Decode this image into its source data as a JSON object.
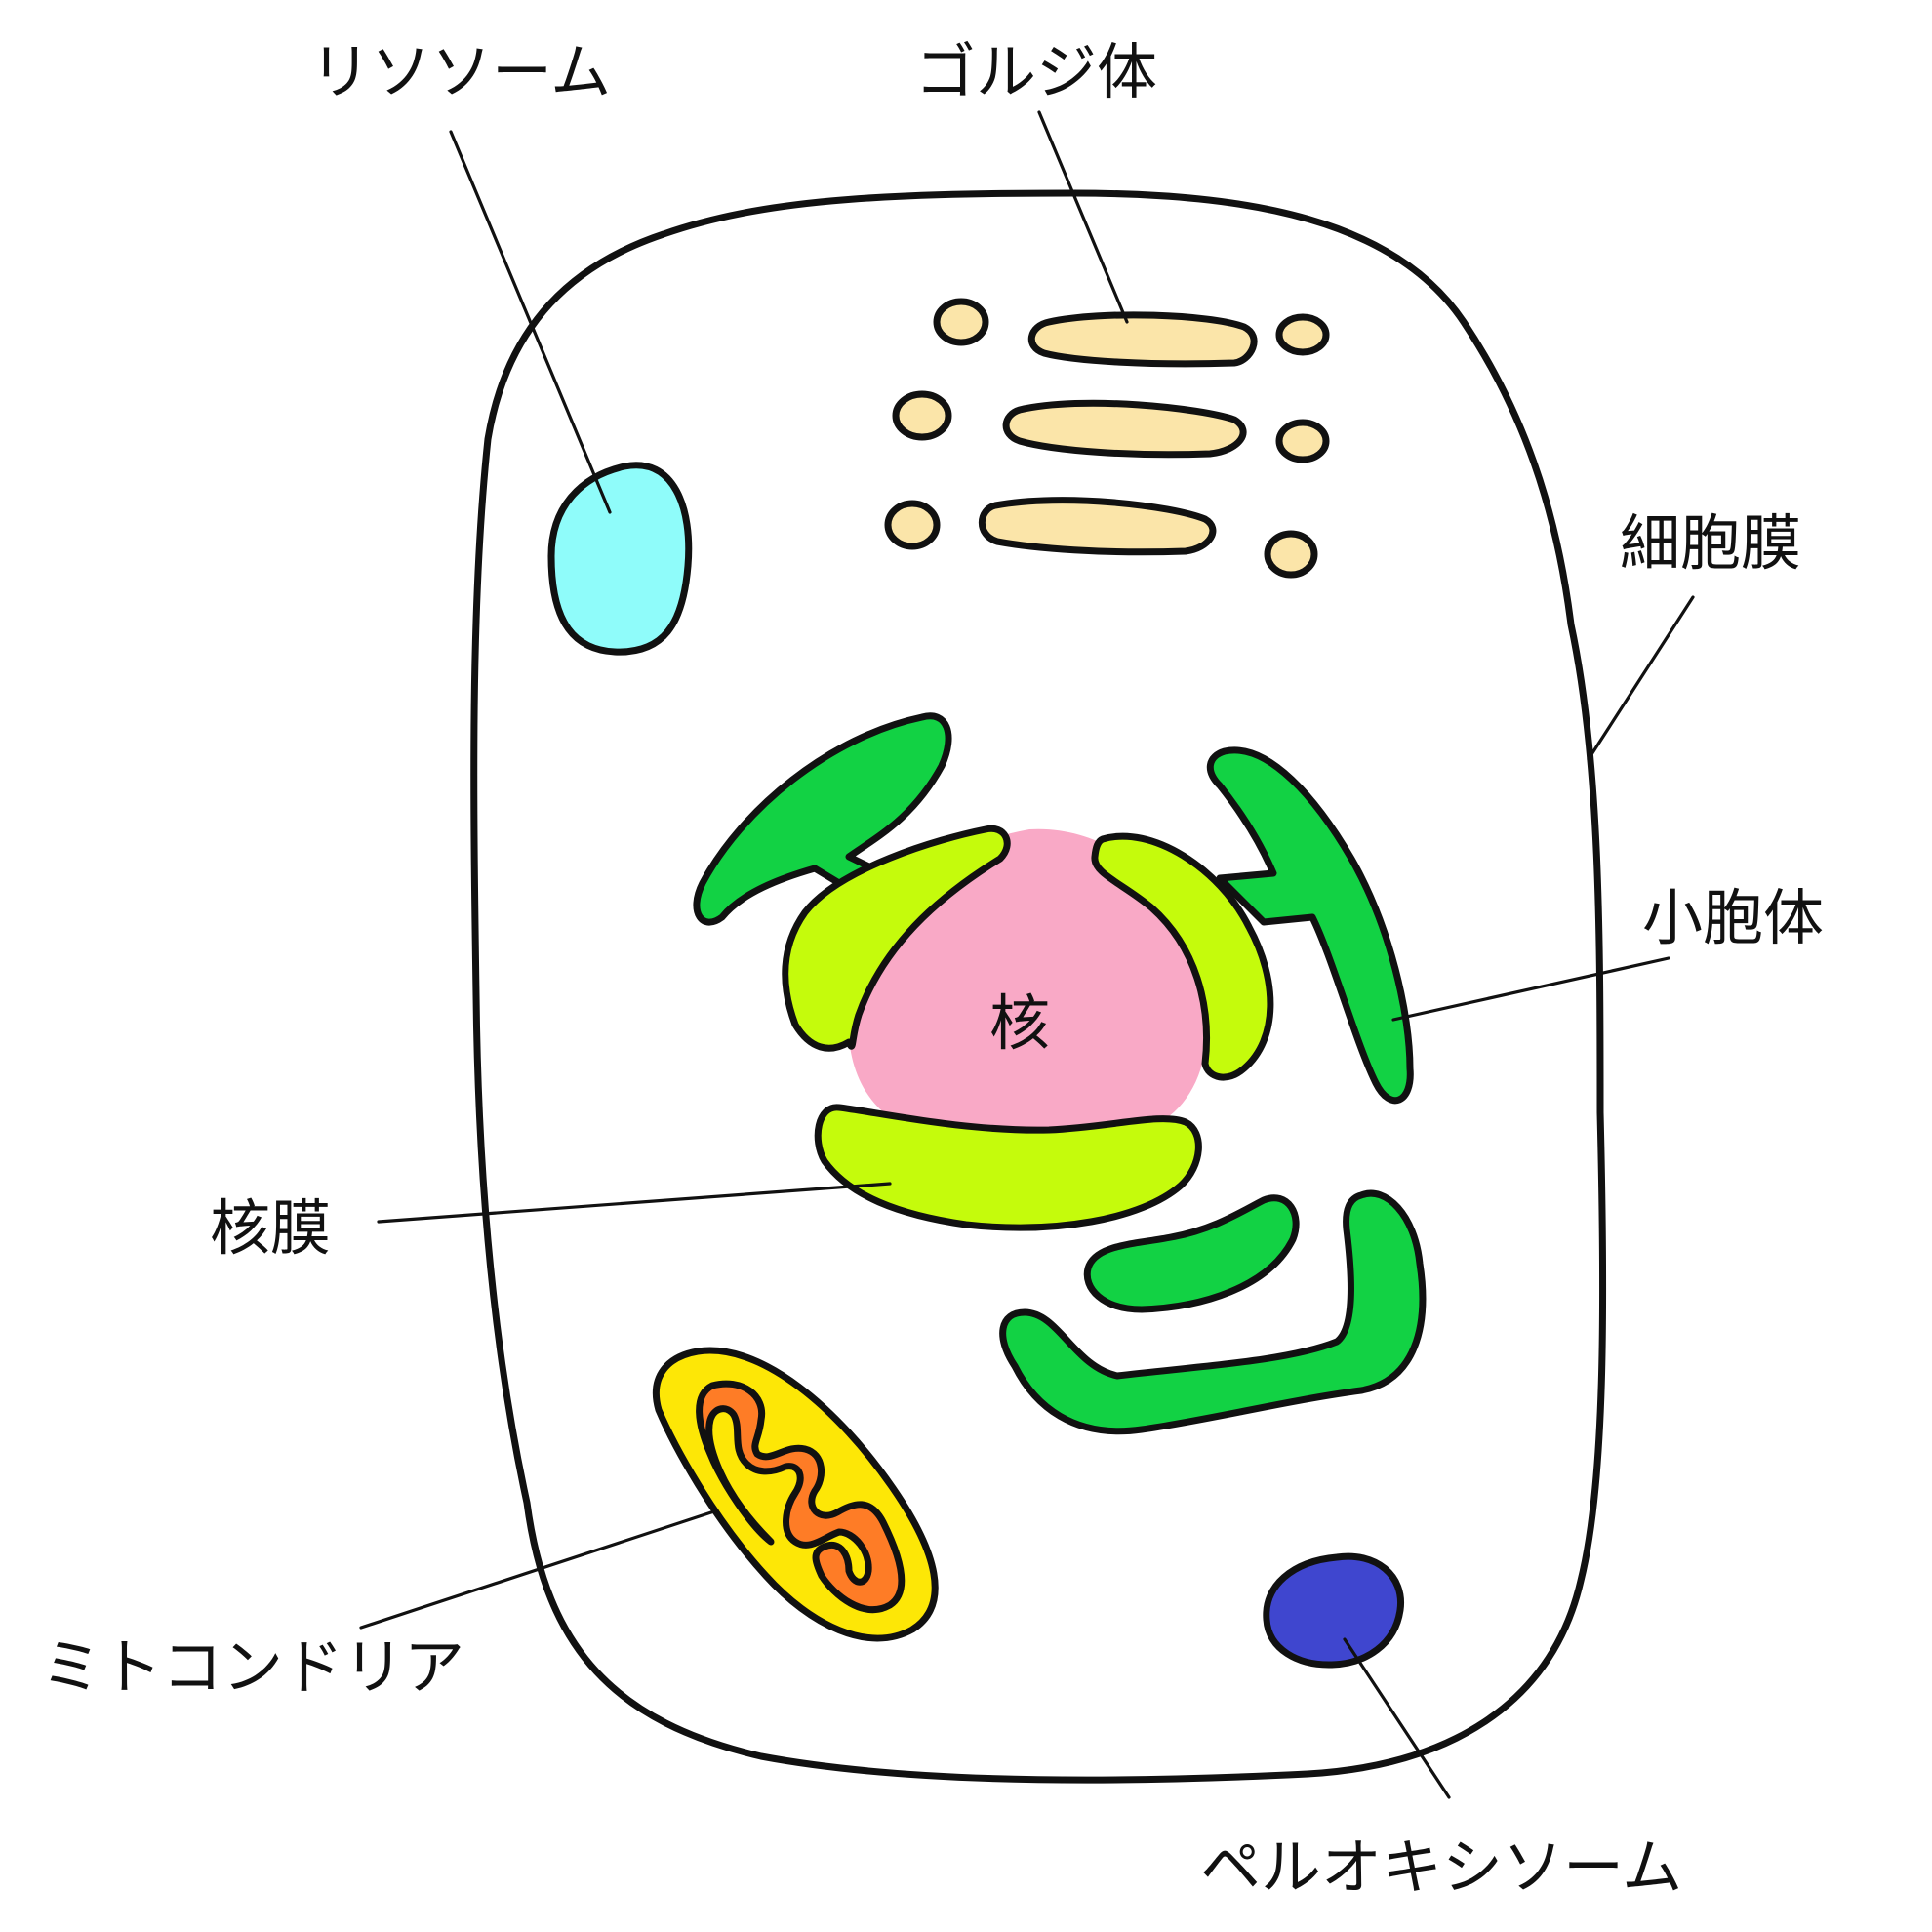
{
  "diagram": {
    "labels": {
      "lysosome": "リソソーム",
      "golgi": "ゴルジ体",
      "cell_membrane": "細胞膜",
      "vesicle": "小胞体",
      "nucleus": "核",
      "nuclear_membrane": "核膜",
      "mitochondria": "ミトコンドリア",
      "peroxisome": "ペルオキシソーム"
    },
    "colors": {
      "cytoplasm": "#ffffff",
      "lysosome": "#8ffcfa",
      "golgi": "#fbe5a9",
      "er": "#12d244",
      "nuclear_membrane": "#c5fb0c",
      "nucleus": "#f9a9c6",
      "mitochondria_outer": "#fde706",
      "mitochondria_inner": "#fe7c26",
      "peroxisome": "#3f46cf"
    }
  }
}
